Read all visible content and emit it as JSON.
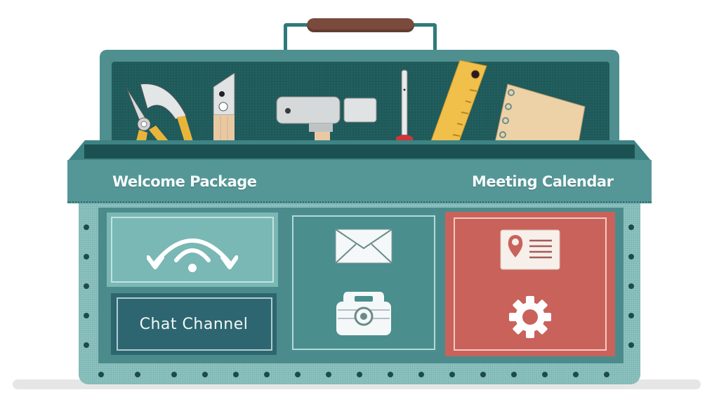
{
  "scene": {
    "description": "Illustrated toolbox with onboarding compartments",
    "colors": {
      "teal_dark": "#1f5a5a",
      "teal_mid": "#4f8f90",
      "teal_light": "#8cc2c0",
      "card_mint": "#79b8b4",
      "card_navy": "#2d6670",
      "card_red": "#c9625b",
      "handle_brown": "#7a4a3c"
    }
  },
  "lid": {
    "tools": [
      {
        "name": "pliers"
      },
      {
        "name": "utility-knife"
      },
      {
        "name": "hammer"
      },
      {
        "name": "screwdriver"
      },
      {
        "name": "ruler"
      },
      {
        "name": "notepad"
      }
    ]
  },
  "band": {
    "left_label": "Welcome Package",
    "right_label": "Meeting Calendar"
  },
  "compartments": {
    "wifi_card": {
      "icon": "broadcast-arrows-icon"
    },
    "chat_card": {
      "label": "Chat Channel"
    },
    "middle_card": {
      "icons": [
        "envelope-icon",
        "toolbox-icon"
      ]
    },
    "red_card": {
      "icons": [
        "location-card-icon",
        "gear-icon"
      ]
    }
  }
}
